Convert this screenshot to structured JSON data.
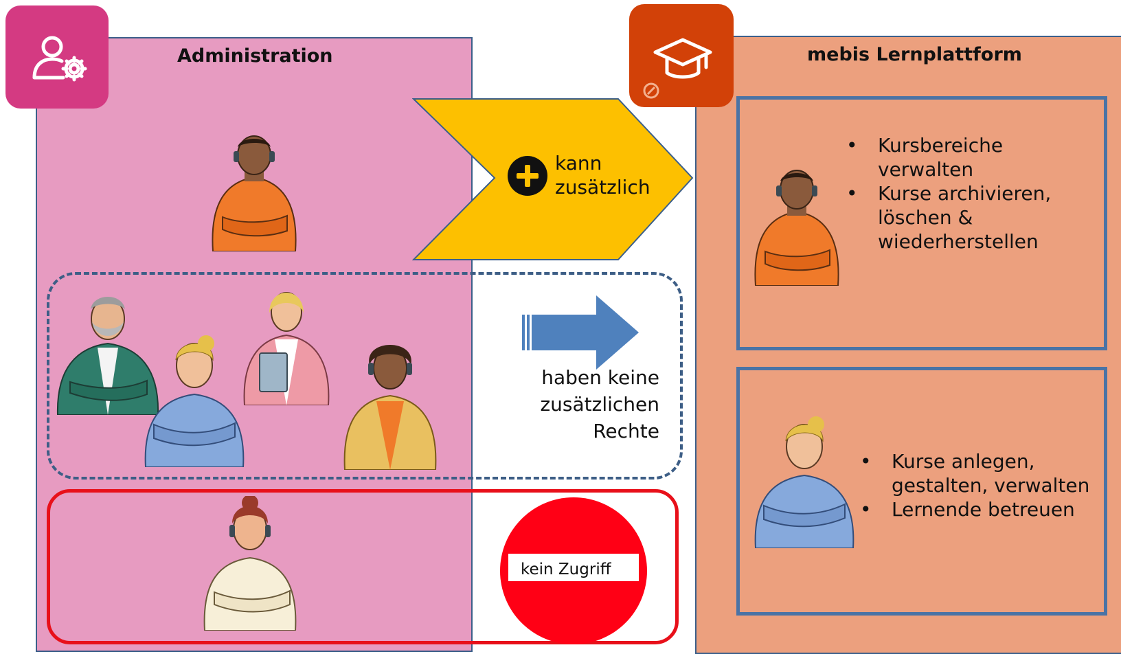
{
  "admin": {
    "title": "Administration"
  },
  "mebis": {
    "title": "mebis Lernplattform"
  },
  "plus_label": {
    "line1": "kann",
    "line2": "zusätzlich"
  },
  "no_rights_label": {
    "line1": "haben keine",
    "line2": "zusätzlichen",
    "line3": "Rechte"
  },
  "no_access_label": "kein Zugriff",
  "box1": {
    "items": [
      "Kursbereiche verwalten",
      "Kurse archivieren, löschen & wiederherstellen"
    ]
  },
  "box2": {
    "items": [
      "Kurse anlegen, gestalten, verwalten",
      "Lernende betreuen"
    ]
  },
  "colors": {
    "admin_bg": "#e79bc1",
    "mebis_bg": "#eca07e",
    "admin_icon": "#d43a82",
    "mebis_icon": "#d24108",
    "chevron": "#fdc000",
    "arrow": "#4f81bd",
    "red": "#ff0015"
  },
  "icons": {
    "admin": "user-gear-icon",
    "mebis": "graduation-cap-icon",
    "plus": "plus-circle-icon",
    "arrow": "right-arrow-icon",
    "no_entry": "no-entry-sign-icon"
  }
}
